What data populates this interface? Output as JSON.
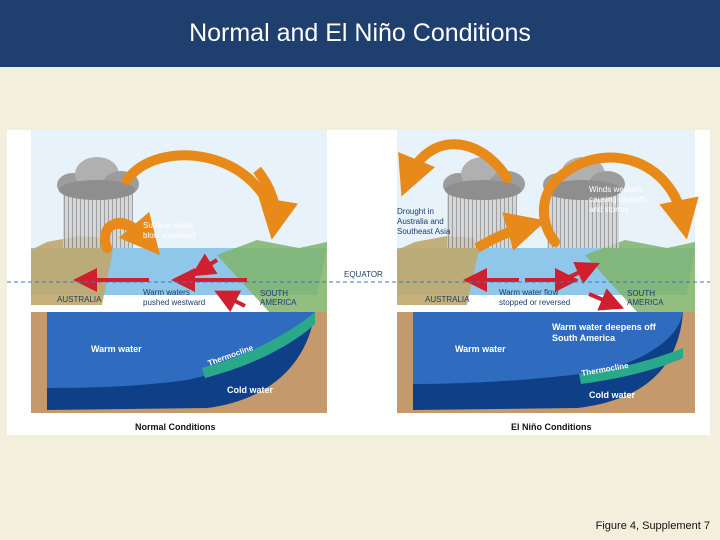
{
  "slide": {
    "title": "Normal and El Niño Conditions",
    "caption": "Figure 4, Supplement 7"
  },
  "diagram": {
    "equator_label": "EQUATOR",
    "normal": {
      "label": "Normal Conditions",
      "surface_winds": [
        "Surface winds",
        "blow westward"
      ],
      "australia": "AUSTRALIA",
      "south_america": [
        "SOUTH",
        "AMERICA"
      ],
      "warm_waters": [
        "Warm waters",
        "pushed westward"
      ],
      "warm_water": "Warm water",
      "thermocline": "Thermocline",
      "cold_water": "Cold water"
    },
    "elnino": {
      "label": "El Niño Conditions",
      "drought": [
        "Drought in",
        "Australia and",
        "Southeast Asia"
      ],
      "winds_weaken": [
        "Winds weaken,",
        "causing updrafts",
        "and storms"
      ],
      "australia": "AUSTRALIA",
      "south_america": [
        "SOUTH",
        "AMERICA"
      ],
      "warm_flow": [
        "Warm water flow",
        "stopped or reversed"
      ],
      "warm_deepens": [
        "Warm water deepens off",
        "South America"
      ],
      "warm_water": "Warm water",
      "thermocline": "Thermocline",
      "cold_water": "Cold water"
    },
    "colors": {
      "header": "#1f3f6e",
      "background": "#f3efdd",
      "sky": "#cfe6f6",
      "ocean_surface": "#8ec7ea",
      "warm_water": "#2f6cc0",
      "cold_water": "#0f3f87",
      "thermocline": "#2aa98a",
      "land": "#c49a6c",
      "arrow_wind": "#e88a1a",
      "arrow_current": "#d01f2f"
    }
  }
}
